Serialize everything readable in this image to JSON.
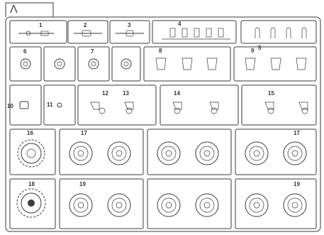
{
  "sprue": {
    "letter": "Λ",
    "numbers": {
      "n1": "1",
      "n2": "2",
      "n3": "3",
      "n4": "4",
      "n5": "5",
      "n6": "6",
      "n7": "7",
      "n8": "8",
      "n9": "9",
      "n10": "10",
      "n11": "11",
      "n12": "12",
      "n13": "13",
      "n14": "14",
      "n15": "15",
      "n16": "16",
      "n17a": "17",
      "n17b": "17",
      "n18": "18",
      "n19a": "19",
      "n19b": "19"
    }
  },
  "colors": {
    "line": "#3a3a3a",
    "background": "#ffffff"
  }
}
